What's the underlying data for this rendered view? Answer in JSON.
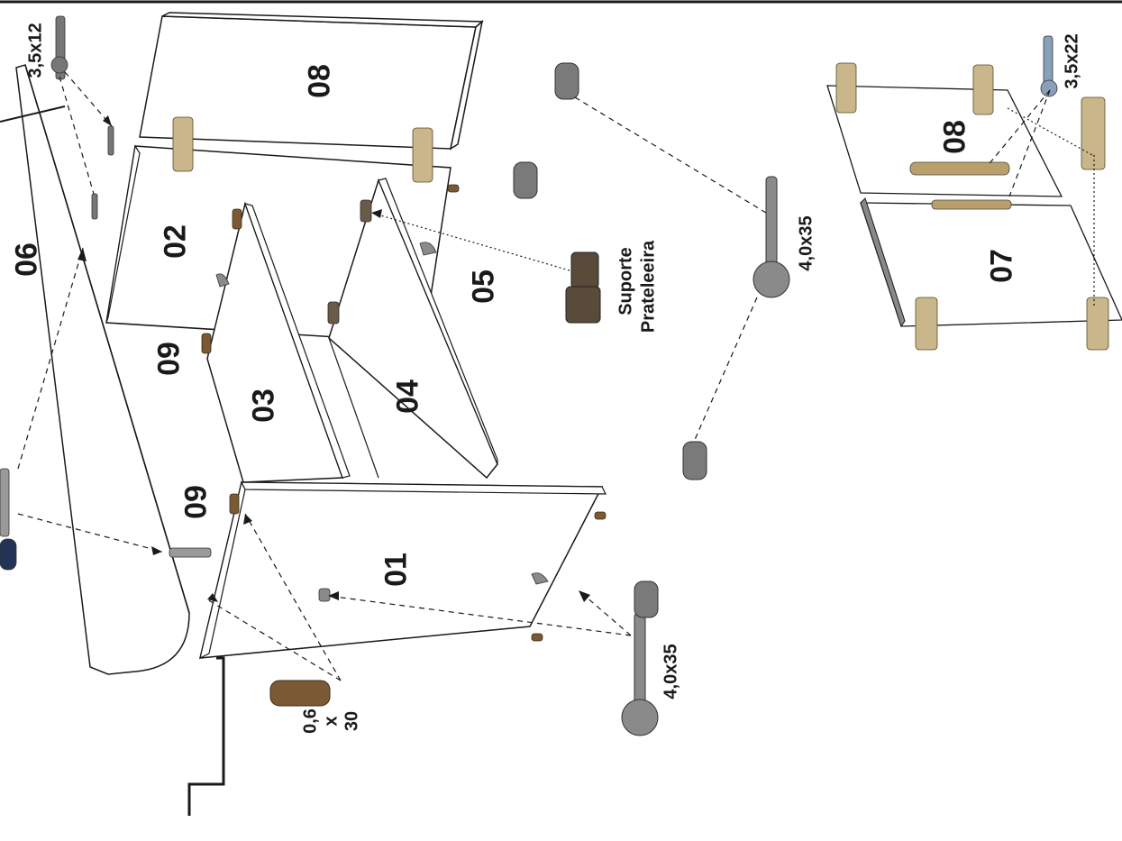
{
  "parts": {
    "p01": "01",
    "p02": "02",
    "p03": "03",
    "p04": "04",
    "p05": "05",
    "p06": "06",
    "p07": "07",
    "p08a": "08",
    "p08b": "08",
    "p09a": "09",
    "p09b": "09"
  },
  "hardware": {
    "screw_small_top": "3,5x12",
    "screw_small_right": "3,5x22",
    "screw_long_center": "4,0x35",
    "screw_long_bottom": "4,0x35",
    "dowel_line1": "0,6",
    "dowel_line2": "x",
    "dowel_line3": "30",
    "shelf_support_line1": "Suporte",
    "shelf_support_line2": "Prateleeira"
  },
  "colors": {
    "line": "#1a1a1a",
    "panel": "#ffffff",
    "wood": "#7a5a34",
    "metal": "#8a8a8a",
    "hinge": "#c9b68a"
  }
}
